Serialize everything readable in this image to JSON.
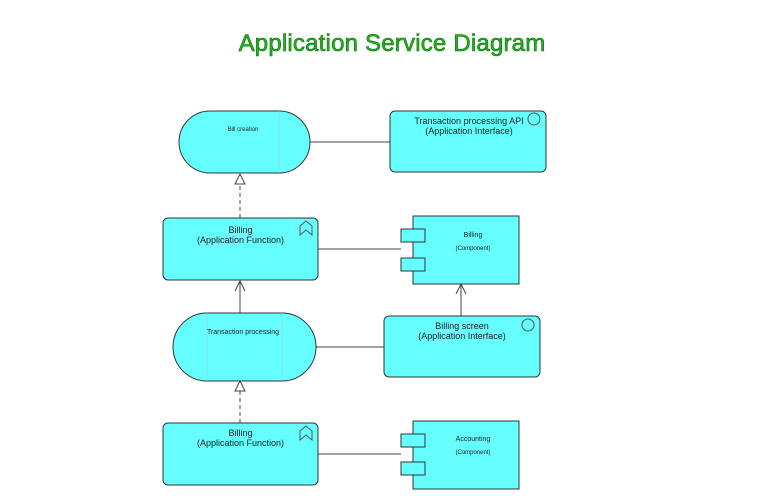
{
  "title": "Application Service Diagram",
  "colors": {
    "title": "#1db81d",
    "node_fill": "#66ffff",
    "node_stroke": "#333333",
    "connector": "#444444"
  },
  "nodes": {
    "bill_creation": {
      "label": "Bill creation",
      "type": "Application Service",
      "icon": "service-shape"
    },
    "transaction_processing_api": {
      "name": "Transaction processing API",
      "type": "(Application Interface)",
      "icon": "interface-circle-icon"
    },
    "billing_function_top": {
      "name": "Billing",
      "type": "(Application Function)",
      "icon": "function-chevron-icon"
    },
    "billing_component": {
      "name": "Billing",
      "type": "(Component)",
      "icon": "component-tabs-icon"
    },
    "transaction_processing": {
      "label": "Transaction processing",
      "type": "Application Service",
      "icon": "service-shape"
    },
    "billing_screen": {
      "name": "Billing screen",
      "type": "(Application Interface)",
      "icon": "interface-circle-icon"
    },
    "billing_function_bottom": {
      "name": "Billing",
      "type": "(Application Function)",
      "icon": "function-chevron-icon"
    },
    "accounting_component": {
      "name": "Accounting",
      "type": "(Component)",
      "icon": "component-tabs-icon"
    }
  },
  "relations": [
    {
      "from": "bill_creation",
      "to": "transaction_processing_api",
      "kind": "association"
    },
    {
      "from": "billing_function_top",
      "to": "bill_creation",
      "kind": "realization"
    },
    {
      "from": "billing_function_top",
      "to": "billing_component",
      "kind": "association"
    },
    {
      "from": "transaction_processing",
      "to": "billing_function_top",
      "kind": "serving"
    },
    {
      "from": "transaction_processing",
      "to": "billing_screen",
      "kind": "association"
    },
    {
      "from": "billing_screen",
      "to": "billing_component",
      "kind": "serving"
    },
    {
      "from": "billing_function_bottom",
      "to": "transaction_processing",
      "kind": "realization"
    },
    {
      "from": "billing_function_bottom",
      "to": "accounting_component",
      "kind": "association"
    }
  ]
}
